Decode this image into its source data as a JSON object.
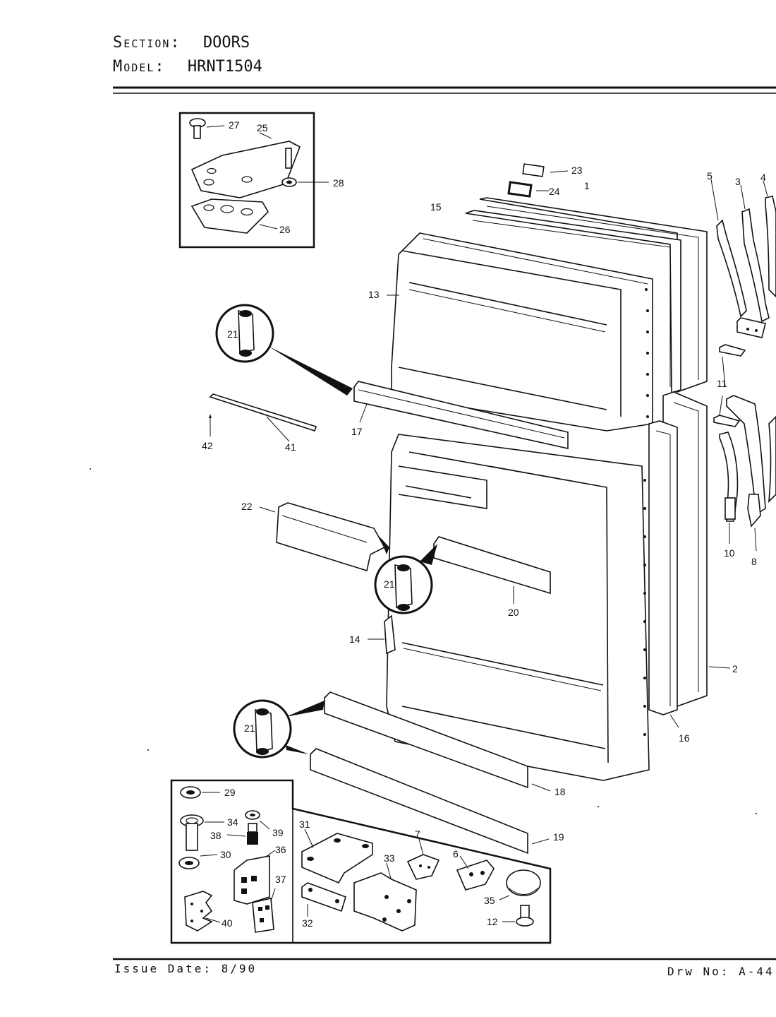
{
  "header": {
    "section_label": "Section:",
    "section_value": "DOORS",
    "model_label": "Model:",
    "model_value": "HRNT1504"
  },
  "footer": {
    "issue_date": "Issue Date: 8/90",
    "drawing_no": "Drw No: A-44"
  },
  "callouts": [
    "1",
    "2",
    "3",
    "4",
    "5",
    "6",
    "7",
    "8",
    "10",
    "11",
    "12",
    "13",
    "14",
    "15",
    "16",
    "17",
    "18",
    "19",
    "20",
    "21",
    "22",
    "23",
    "24",
    "25",
    "26",
    "27",
    "28",
    "29",
    "30",
    "31",
    "32",
    "33",
    "34",
    "35",
    "36",
    "37",
    "38",
    "39",
    "40",
    "41",
    "42"
  ]
}
